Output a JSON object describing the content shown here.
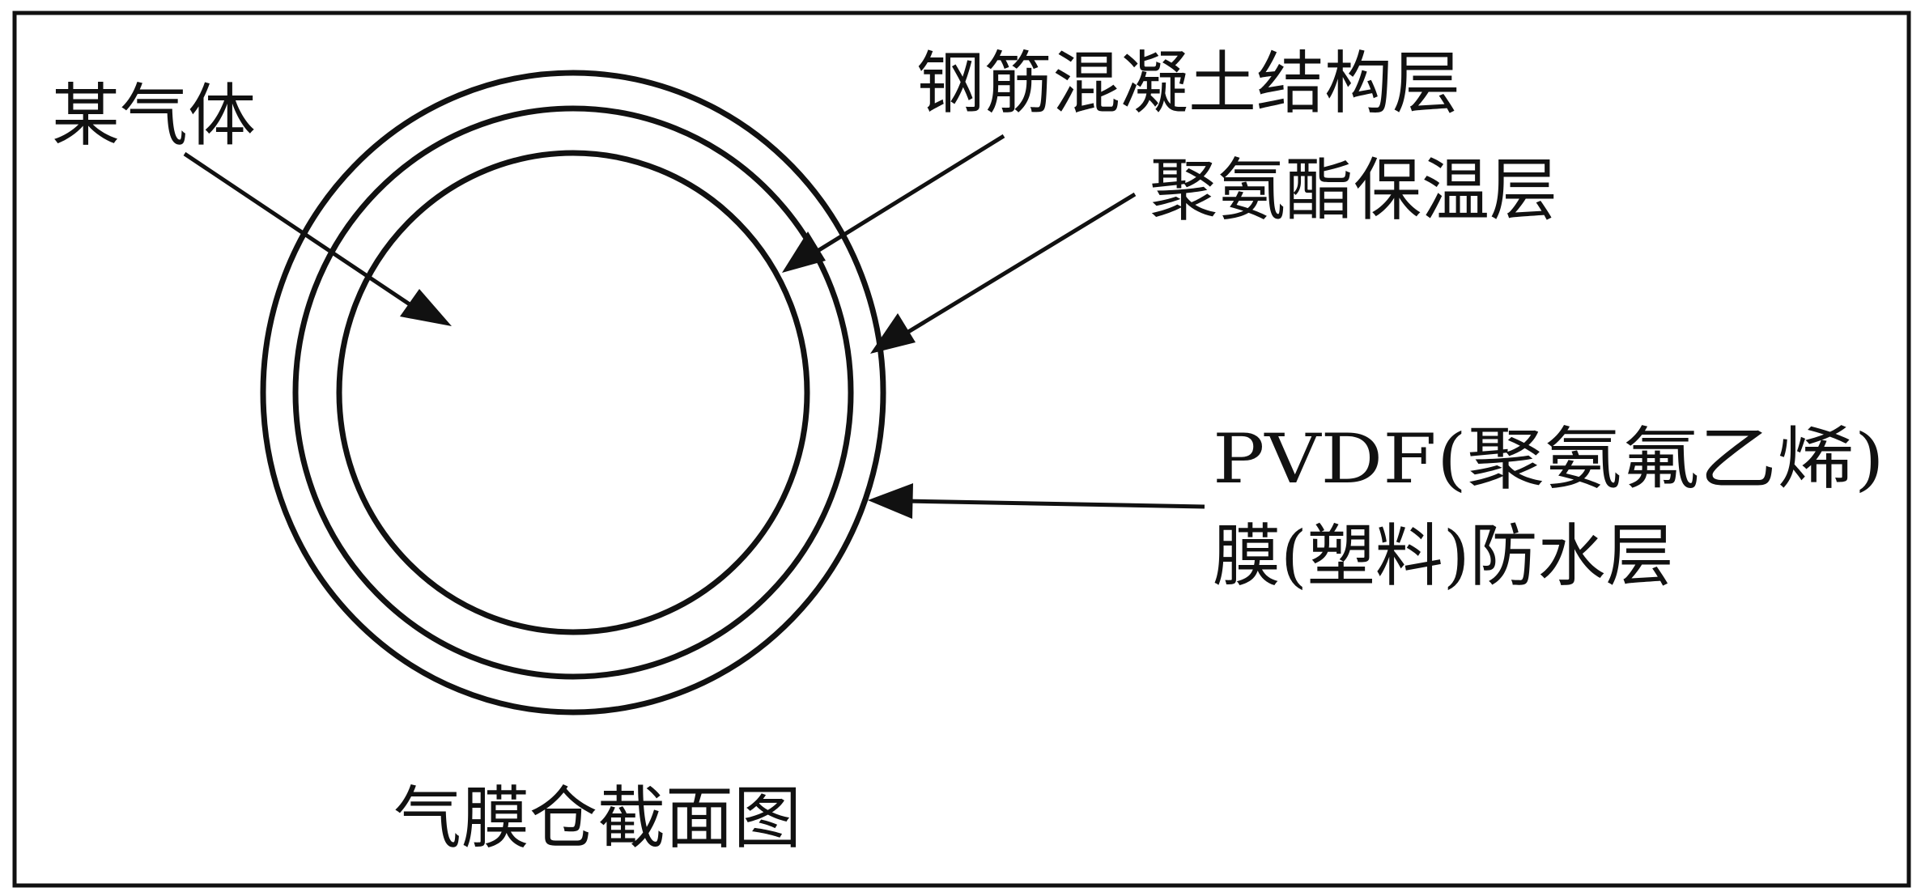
{
  "diagram": {
    "labels": {
      "gas": "某气体",
      "concrete_layer": "钢筋混凝土结构层",
      "insulation_layer": "聚氨酯保温层",
      "membrane_line1": "PVDF(聚氨氟乙烯)",
      "membrane_line2": "膜(塑料)防水层",
      "caption": "气膜仓截面图"
    },
    "colors": {
      "line": "#111111",
      "background": "#ffffff"
    }
  }
}
